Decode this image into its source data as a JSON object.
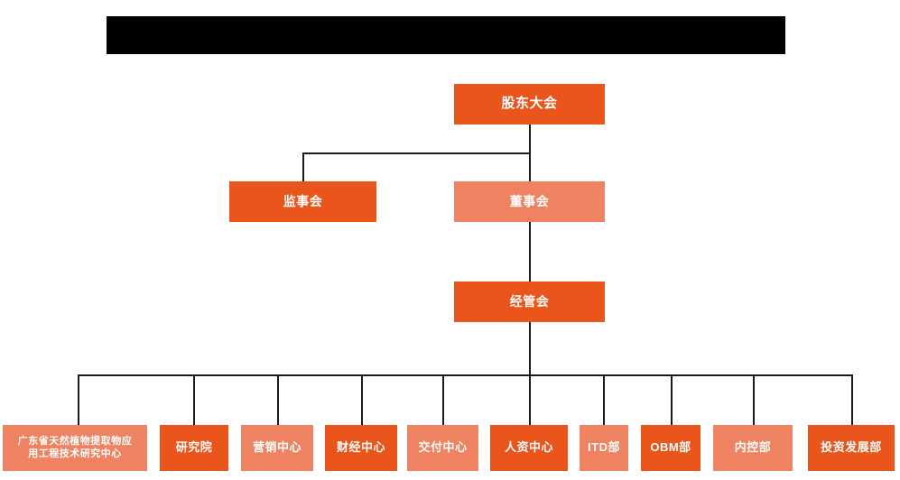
{
  "chart": {
    "type": "org-chart",
    "title_banner": {
      "name": "redacted-title-banner",
      "text": "",
      "redacted": true,
      "color": "#000000"
    },
    "palette": {
      "dark_orange": "#e9551b",
      "light_orange": "#ee8261",
      "connector": "#1a1a1a",
      "background": "#ffffff",
      "text": "#ffffff"
    },
    "levels": [
      {
        "level": 1,
        "nodes": [
          {
            "id": "shareholders-meeting",
            "label": "股东大会",
            "tone": "dark"
          }
        ]
      },
      {
        "level": 2,
        "nodes": [
          {
            "id": "board-of-supervisors",
            "label": "监事会",
            "tone": "dark"
          },
          {
            "id": "board-of-directors",
            "label": "董事会",
            "tone": "light"
          }
        ]
      },
      {
        "level": 3,
        "nodes": [
          {
            "id": "management-committee",
            "label": "经管会",
            "tone": "dark"
          }
        ]
      },
      {
        "level": 4,
        "nodes": [
          {
            "id": "engineering-research-center",
            "label_line1": "广东省天然植物提取物应",
            "label_line2": "用工程技术研究中心",
            "tone": "light"
          },
          {
            "id": "research-institute",
            "label": "研究院",
            "tone": "dark"
          },
          {
            "id": "marketing-center",
            "label": "营销中心",
            "tone": "light"
          },
          {
            "id": "finance-center",
            "label": "财经中心",
            "tone": "dark"
          },
          {
            "id": "delivery-center",
            "label": "交付中心",
            "tone": "light"
          },
          {
            "id": "hr-center",
            "label": "人资中心",
            "tone": "dark"
          },
          {
            "id": "itd-department",
            "label": "ITD部",
            "tone": "light"
          },
          {
            "id": "obm-department",
            "label": "OBM部",
            "tone": "dark"
          },
          {
            "id": "internal-control-department",
            "label": "内控部",
            "tone": "light"
          },
          {
            "id": "investment-development-department",
            "label": "投资发展部",
            "tone": "dark"
          }
        ]
      }
    ]
  }
}
